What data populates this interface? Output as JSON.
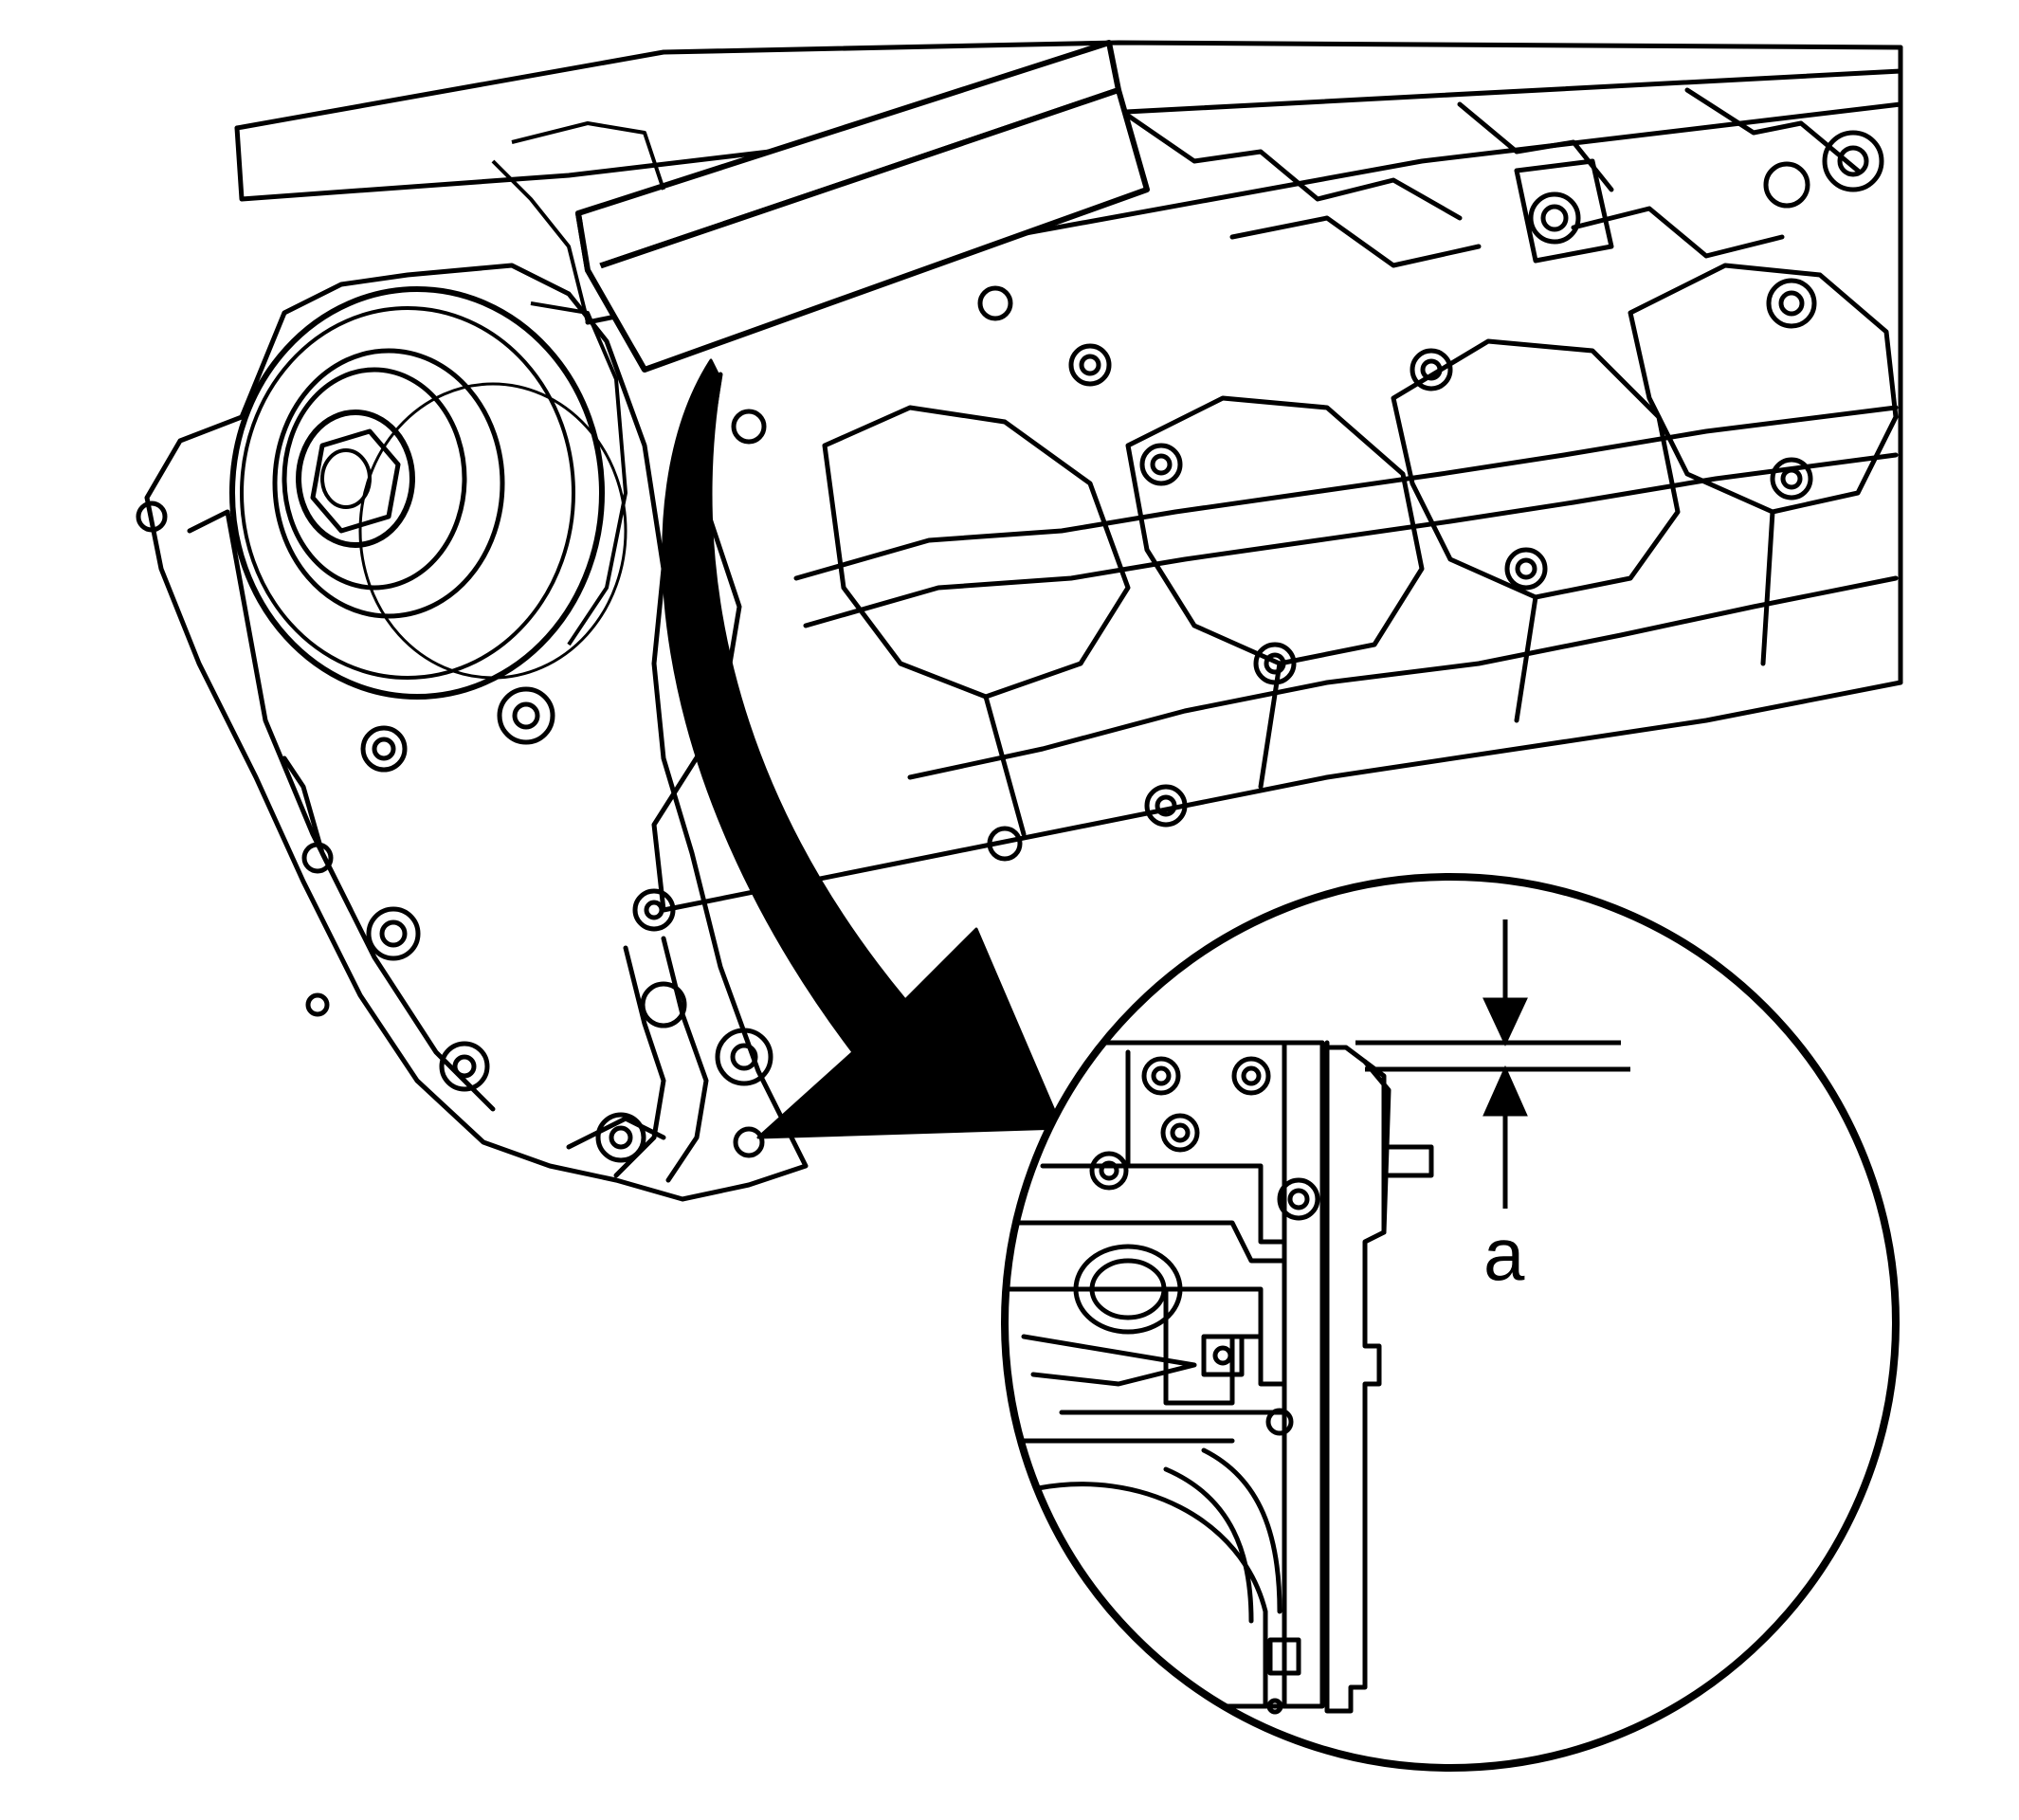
{
  "diagram": {
    "callout_label": "a",
    "colors": {
      "line": "#000000",
      "background": "#ffffff",
      "arrow_fill": "#000000"
    },
    "parts": [
      "engine-block",
      "crankshaft-pulley",
      "front-cover",
      "straight-edge-bar",
      "detail-magnifier",
      "rotation-arrow",
      "dimension-arrows"
    ]
  }
}
